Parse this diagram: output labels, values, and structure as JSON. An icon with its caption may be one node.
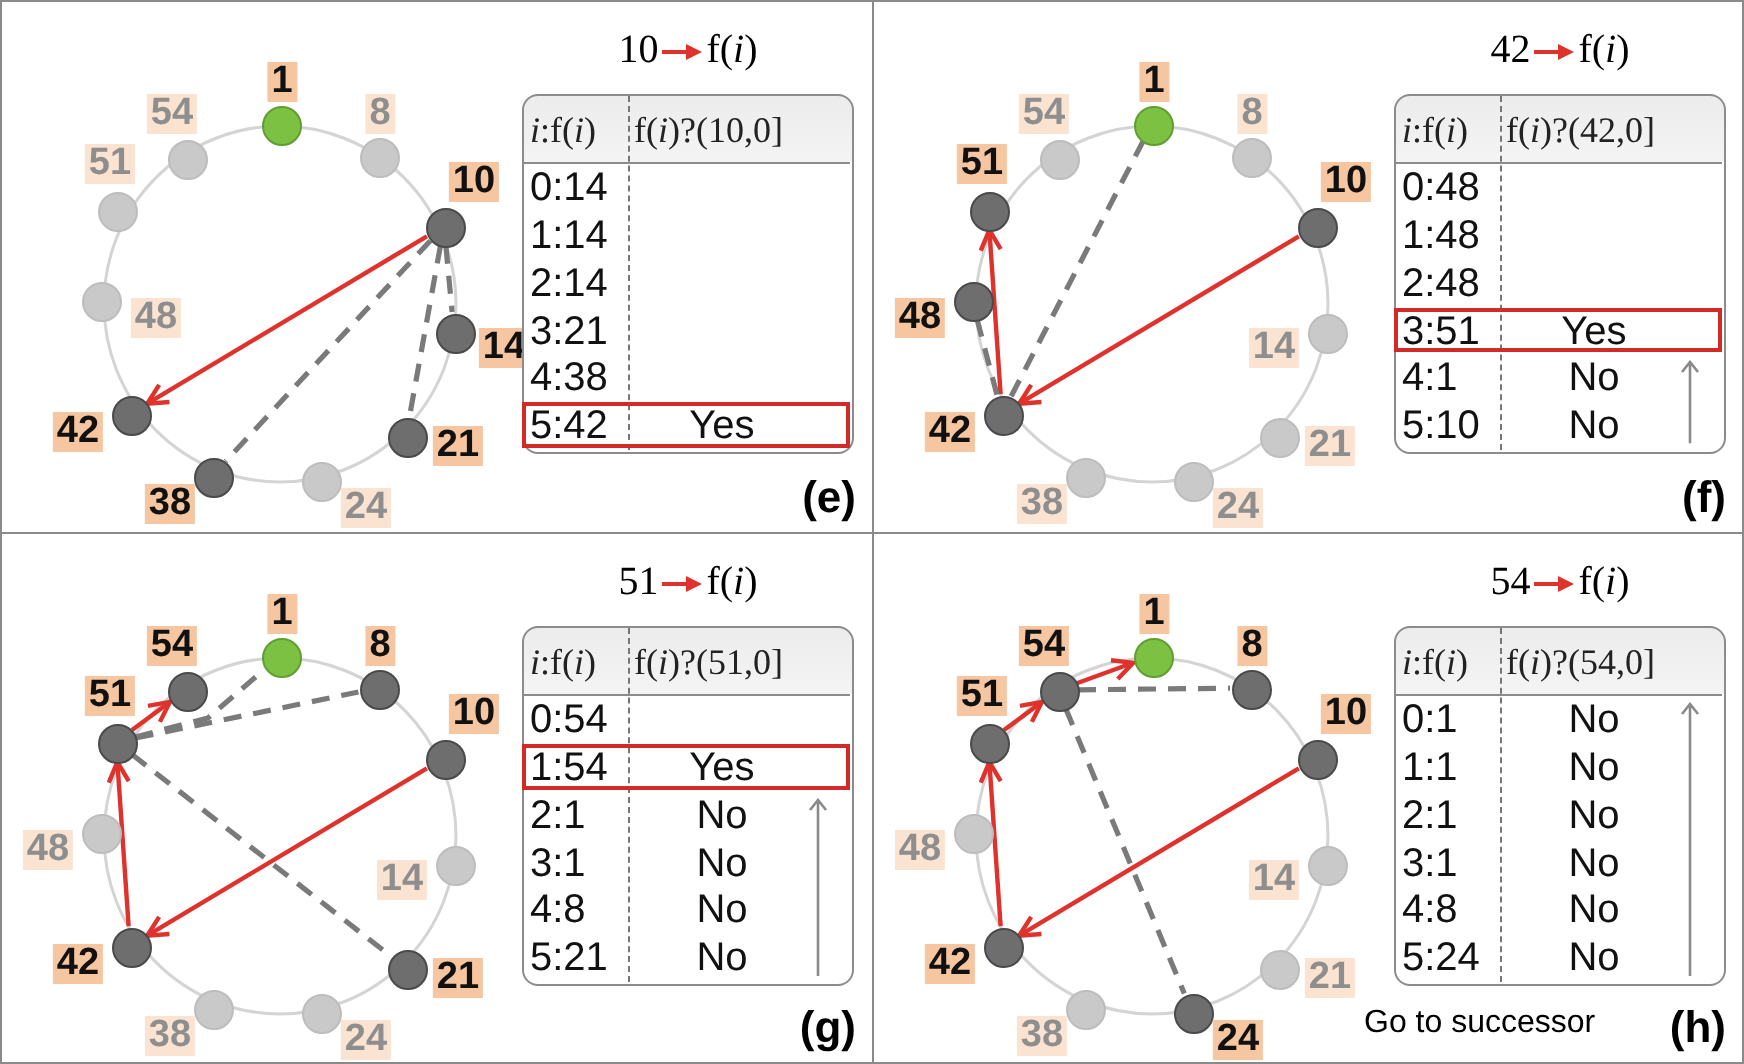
{
  "diagram": {
    "nodes": [
      {
        "text": [
          "(e)"
        ]
      },
      {
        "text": [],
        "shape": "circle",
        "beside": [
          "1"
        ],
        "in": 0
      },
      {
        "text": [],
        "shape": "circle",
        "beside": [
          "8"
        ],
        "in": 0
      },
      {
        "text": [],
        "shape": "circle",
        "beside": [
          "10"
        ],
        "in": 0
      },
      {
        "text": [],
        "shape": "circle",
        "beside": [
          "14"
        ],
        "in": 0
      },
      {
        "text": [],
        "shape": "circle",
        "beside": [
          "21"
        ],
        "in": 0
      },
      {
        "text": [],
        "shape": "circle",
        "beside": [
          "24"
        ],
        "in": 0
      },
      {
        "text": [],
        "shape": "circle",
        "beside": [
          "38"
        ],
        "in": 0
      },
      {
        "text": [],
        "shape": "circle",
        "beside": [
          "42"
        ],
        "in": 0
      },
      {
        "text": [],
        "shape": "circle",
        "beside": [
          "48"
        ],
        "in": 0
      },
      {
        "text": [],
        "shape": "circle",
        "beside": [
          "51"
        ],
        "in": 0
      },
      {
        "text": [],
        "shape": "circle",
        "beside": [
          "54"
        ],
        "in": 0
      },
      {
        "text": [
          "*i*:f(*i*)",
          "f(*i*)?(10,0]",
          "0:14",
          "1:14",
          "2:14",
          "3:21",
          "4:38",
          "5:42",
          "Yes"
        ],
        "beside": [
          "10",
          "f(*i*)"
        ],
        "in": 0
      },
      {
        "text": [
          "(f)"
        ]
      },
      {
        "text": [],
        "shape": "circle",
        "beside": [
          "1"
        ],
        "in": 13
      },
      {
        "text": [],
        "shape": "circle",
        "beside": [
          "8"
        ],
        "in": 13
      },
      {
        "text": [],
        "shape": "circle",
        "beside": [
          "10"
        ],
        "in": 13
      },
      {
        "text": [],
        "shape": "circle",
        "beside": [
          "14"
        ],
        "in": 13
      },
      {
        "text": [],
        "shape": "circle",
        "beside": [
          "21"
        ],
        "in": 13
      },
      {
        "text": [],
        "shape": "circle",
        "beside": [
          "24"
        ],
        "in": 13
      },
      {
        "text": [],
        "shape": "circle",
        "beside": [
          "38"
        ],
        "in": 13
      },
      {
        "text": [],
        "shape": "circle",
        "beside": [
          "42"
        ],
        "in": 13
      },
      {
        "text": [],
        "shape": "circle",
        "beside": [
          "48"
        ],
        "in": 13
      },
      {
        "text": [],
        "shape": "circle",
        "beside": [
          "51"
        ],
        "in": 13
      },
      {
        "text": [],
        "shape": "circle",
        "beside": [
          "54"
        ],
        "in": 13
      },
      {
        "text": [
          "*i*:f(*i*)",
          "f(*i*)?(42,0]",
          "0:48",
          "1:48",
          "2:48",
          "3:51",
          "Yes",
          "4:1",
          "No",
          "5:10",
          "No"
        ],
        "beside": [
          "42",
          "f(*i*)"
        ],
        "in": 13
      },
      {
        "text": [
          "(g)"
        ]
      },
      {
        "text": [],
        "shape": "circle",
        "beside": [
          "1"
        ],
        "in": 26
      },
      {
        "text": [],
        "shape": "circle",
        "beside": [
          "8"
        ],
        "in": 26
      },
      {
        "text": [],
        "shape": "circle",
        "beside": [
          "10"
        ],
        "in": 26
      },
      {
        "text": [],
        "shape": "circle",
        "beside": [
          "14"
        ],
        "in": 26
      },
      {
        "text": [],
        "shape": "circle",
        "beside": [
          "21"
        ],
        "in": 26
      },
      {
        "text": [],
        "shape": "circle",
        "beside": [
          "24"
        ],
        "in": 26
      },
      {
        "text": [],
        "shape": "circle",
        "beside": [
          "38"
        ],
        "in": 26
      },
      {
        "text": [],
        "shape": "circle",
        "beside": [
          "42"
        ],
        "in": 26
      },
      {
        "text": [],
        "shape": "circle",
        "beside": [
          "48"
        ],
        "in": 26
      },
      {
        "text": [],
        "shape": "circle",
        "beside": [
          "51"
        ],
        "in": 26
      },
      {
        "text": [],
        "shape": "circle",
        "beside": [
          "54"
        ],
        "in": 26
      },
      {
        "text": [
          "*i*:f(*i*)",
          "f(*i*)?(51,0]",
          "0:54",
          "1:54",
          "Yes",
          "2:1",
          "No",
          "3:1",
          "No",
          "4:8",
          "No",
          "5:21",
          "No"
        ],
        "beside": [
          "51",
          "f(*i*)"
        ],
        "in": 26
      },
      {
        "text": [
          "(h)"
        ]
      },
      {
        "text": [],
        "shape": "circle",
        "beside": [
          "1"
        ],
        "in": 39
      },
      {
        "text": [],
        "shape": "circle",
        "beside": [
          "8"
        ],
        "in": 39
      },
      {
        "text": [],
        "shape": "circle",
        "beside": [
          "10"
        ],
        "in": 39
      },
      {
        "text": [],
        "shape": "circle",
        "beside": [
          "14"
        ],
        "in": 39
      },
      {
        "text": [],
        "shape": "circle",
        "beside": [
          "21"
        ],
        "in": 39
      },
      {
        "text": [],
        "shape": "circle",
        "beside": [
          "24"
        ],
        "in": 39
      },
      {
        "text": [],
        "shape": "circle",
        "beside": [
          "38"
        ],
        "in": 39
      },
      {
        "text": [],
        "shape": "circle",
        "beside": [
          "42"
        ],
        "in": 39
      },
      {
        "text": [],
        "shape": "circle",
        "beside": [
          "48"
        ],
        "in": 39
      },
      {
        "text": [],
        "shape": "circle",
        "beside": [
          "51"
        ],
        "in": 39
      },
      {
        "text": [],
        "shape": "circle",
        "beside": [
          "54"
        ],
        "in": 39
      },
      {
        "text": [
          "*i*:f(*i*)",
          "f(*i*)?(54,0]",
          "0:1",
          "No",
          "1:1",
          "No",
          "2:1",
          "No",
          "3:1",
          "No",
          "4:8",
          "No",
          "5:24",
          "No"
        ],
        "beside": [
          "54",
          "f(*i*)"
        ],
        "in": 39
      }
    ],
    "edges": [
      {
        "from": 3,
        "to": 8,
        "arrow": "to"
      },
      {
        "from": 3,
        "to": 7,
        "arrow": "none",
        "style": "dashed",
        "color": "#7a7a7a"
      },
      {
        "from": 3,
        "to": 4,
        "arrow": "none",
        "style": "dashed",
        "color": "#7a7a7a"
      },
      {
        "from": 3,
        "to": 5,
        "arrow": "none",
        "style": "dashed",
        "color": "#7a7a7a"
      },
      {
        "from": 16,
        "to": 21,
        "arrow": "to"
      },
      {
        "from": 21,
        "to": 23,
        "arrow": "to"
      },
      {
        "from": 21,
        "to": 14,
        "arrow": "none",
        "style": "dashed",
        "color": "#7a7a7a"
      },
      {
        "from": 21,
        "to": 22,
        "arrow": "none",
        "style": "dashed",
        "color": "#7a7a7a"
      },
      {
        "from": 29,
        "to": 34,
        "arrow": "to"
      },
      {
        "from": 34,
        "to": 36,
        "arrow": "to"
      },
      {
        "from": 36,
        "to": 37,
        "arrow": "to"
      },
      {
        "from": 36,
        "to": 27,
        "arrow": "none",
        "style": "dashed",
        "color": "#7a7a7a"
      },
      {
        "from": 36,
        "to": 28,
        "arrow": "none",
        "style": "dashed",
        "color": "#7a7a7a"
      },
      {
        "from": 36,
        "to": 31,
        "arrow": "none",
        "style": "dashed",
        "color": "#7a7a7a"
      },
      {
        "from": 42,
        "to": 47,
        "arrow": "to"
      },
      {
        "from": 47,
        "to": 49,
        "arrow": "to"
      },
      {
        "from": 49,
        "to": 50,
        "arrow": "to"
      },
      {
        "from": 50,
        "to": 40,
        "arrow": "to"
      },
      {
        "from": 50,
        "to": 41,
        "arrow": "none",
        "style": "dashed",
        "color": "#7a7a7a"
      },
      {
        "from": 50,
        "to": 45,
        "arrow": "none",
        "style": "dashed",
        "color": "#7a7a7a"
      }
    ],
    "labels": [
      "Go to successor"
    ]
  }
}
